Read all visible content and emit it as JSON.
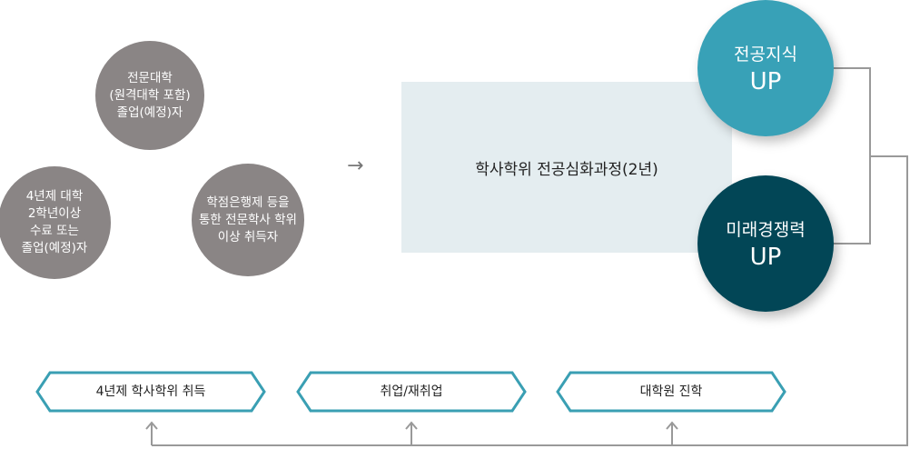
{
  "qualifications": [
    {
      "label": "전문대학\n(원격대학 포함)\n졸업(예정)자"
    },
    {
      "label": "4년제 대학\n2학년이상\n수료 또는\n졸업(예정)자"
    },
    {
      "label": "학점은행제 등을\n통한 전문학사 학위\n이상 취득자"
    }
  ],
  "arrow": "→",
  "program": "학사학위 전공심화과정(2년)",
  "outcomes": [
    {
      "title": "전공지식",
      "up": "UP",
      "color": "#38a1b7"
    },
    {
      "title": "미래경쟁력",
      "up": "UP",
      "color": "#024656"
    }
  ],
  "paths": [
    "4년제 학사학위 취득",
    "취업/재취업",
    "대학원 진학"
  ],
  "colors": {
    "hex_border": "#3a9fb3",
    "line": "#999999"
  }
}
